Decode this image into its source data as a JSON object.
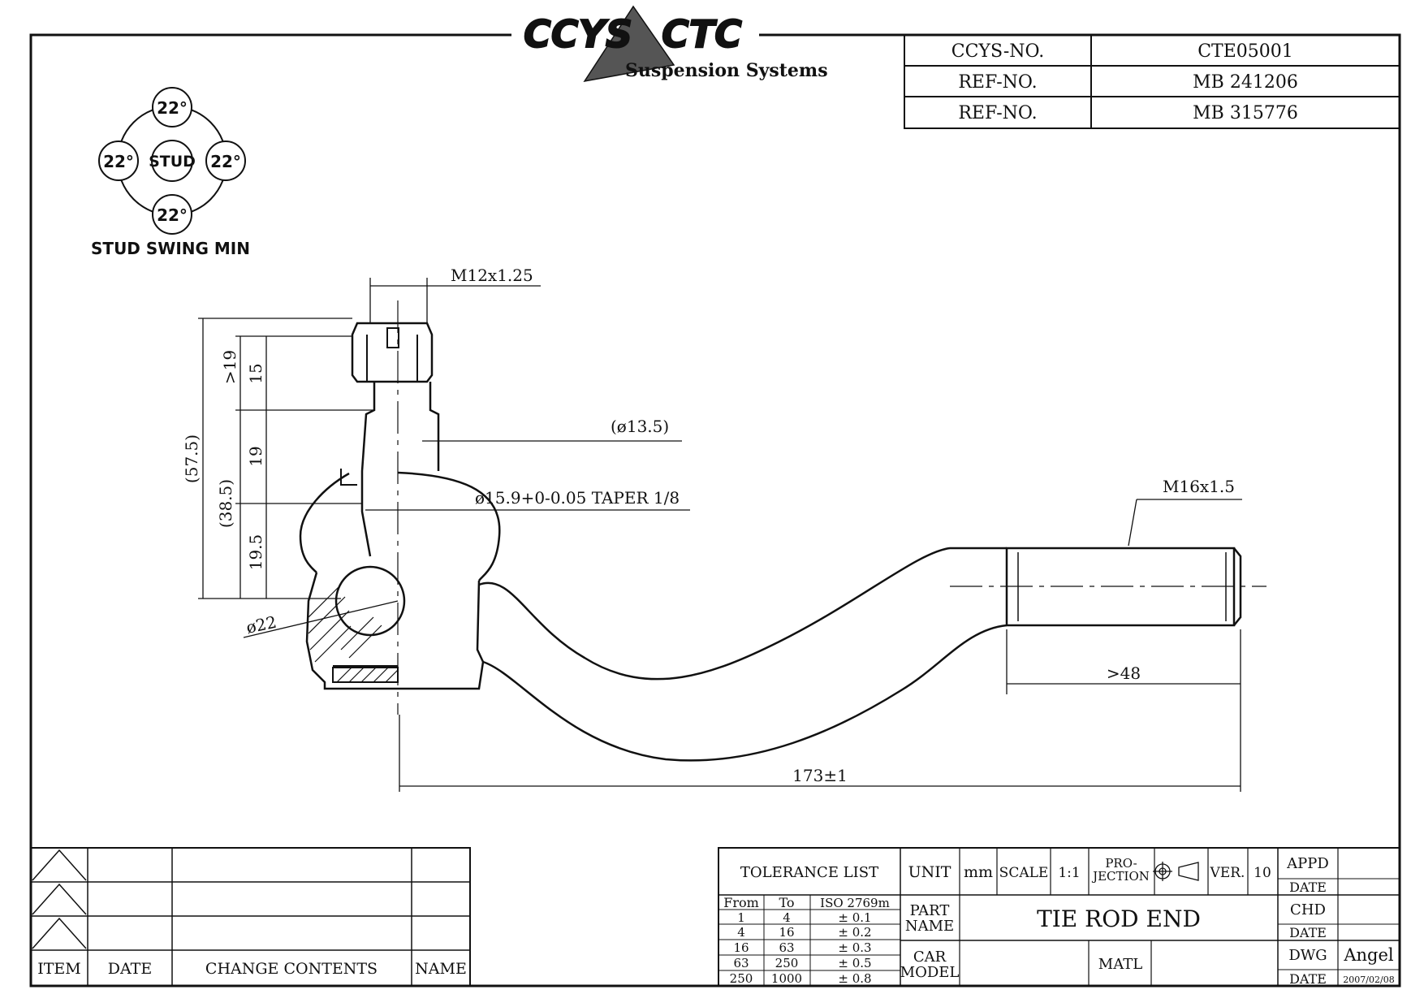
{
  "brand": {
    "logo_text_left": "CCYS",
    "logo_text_right": "CTC",
    "tagline": "Suspension Systems"
  },
  "header_table": {
    "rows": [
      {
        "label": "CCYS-NO.",
        "value": "CTE05001"
      },
      {
        "label": "REF-NO.",
        "value": "MB 241206"
      },
      {
        "label": "REF-NO.",
        "value": "MB 315776"
      }
    ]
  },
  "stud_swing": {
    "center": "STUD",
    "top": "22°",
    "left": "22°",
    "right": "22°",
    "bottom": "22°",
    "caption": "STUD SWING MIN"
  },
  "dimensions": {
    "thread_top": "M12x1.25",
    "dia_13_5": "(ø13.5)",
    "taper": "ø15.9+0-0.05 TAPER 1/8",
    "thread_end": "M16x1.5",
    "ball_dia": "ø22",
    "len_48": ">48",
    "len_173": "173±1",
    "v_57_5": "(57.5)",
    "v_38_5": "(38.5)",
    "v_19_gt": ">19",
    "v_15": "15",
    "v_19": "19",
    "v_19_5": "19.5"
  },
  "revision_block": {
    "headers": [
      "ITEM",
      "DATE",
      "CHANGE CONTENTS",
      "NAME"
    ]
  },
  "title_block": {
    "tolerance_title": "TOLERANCE LIST",
    "tol_headers": [
      "From",
      "To",
      "ISO 2769m"
    ],
    "tol_rows": [
      [
        "1",
        "4",
        "± 0.1"
      ],
      [
        "4",
        "16",
        "± 0.2"
      ],
      [
        "16",
        "63",
        "± 0.3"
      ],
      [
        "63",
        "250",
        "± 0.5"
      ],
      [
        "250",
        "1000",
        "± 0.8"
      ]
    ],
    "unit_label": "UNIT",
    "unit_value": "mm",
    "scale_label": "SCALE",
    "scale_value": "1:1",
    "projection_label_1": "PRO-",
    "projection_label_2": "JECTION",
    "ver_label": "VER.",
    "ver_value": "10",
    "part_name_label_1": "PART",
    "part_name_label_2": "NAME",
    "part_name": "TIE ROD END",
    "car_model_label_1": "CAR",
    "car_model_label_2": "MODEL",
    "matl_label": "MATL",
    "appd": "APPD",
    "chd": "CHD",
    "dwg": "DWG",
    "date": "DATE",
    "dwg_name": "Angel",
    "dwg_date": "2007/02/08"
  }
}
